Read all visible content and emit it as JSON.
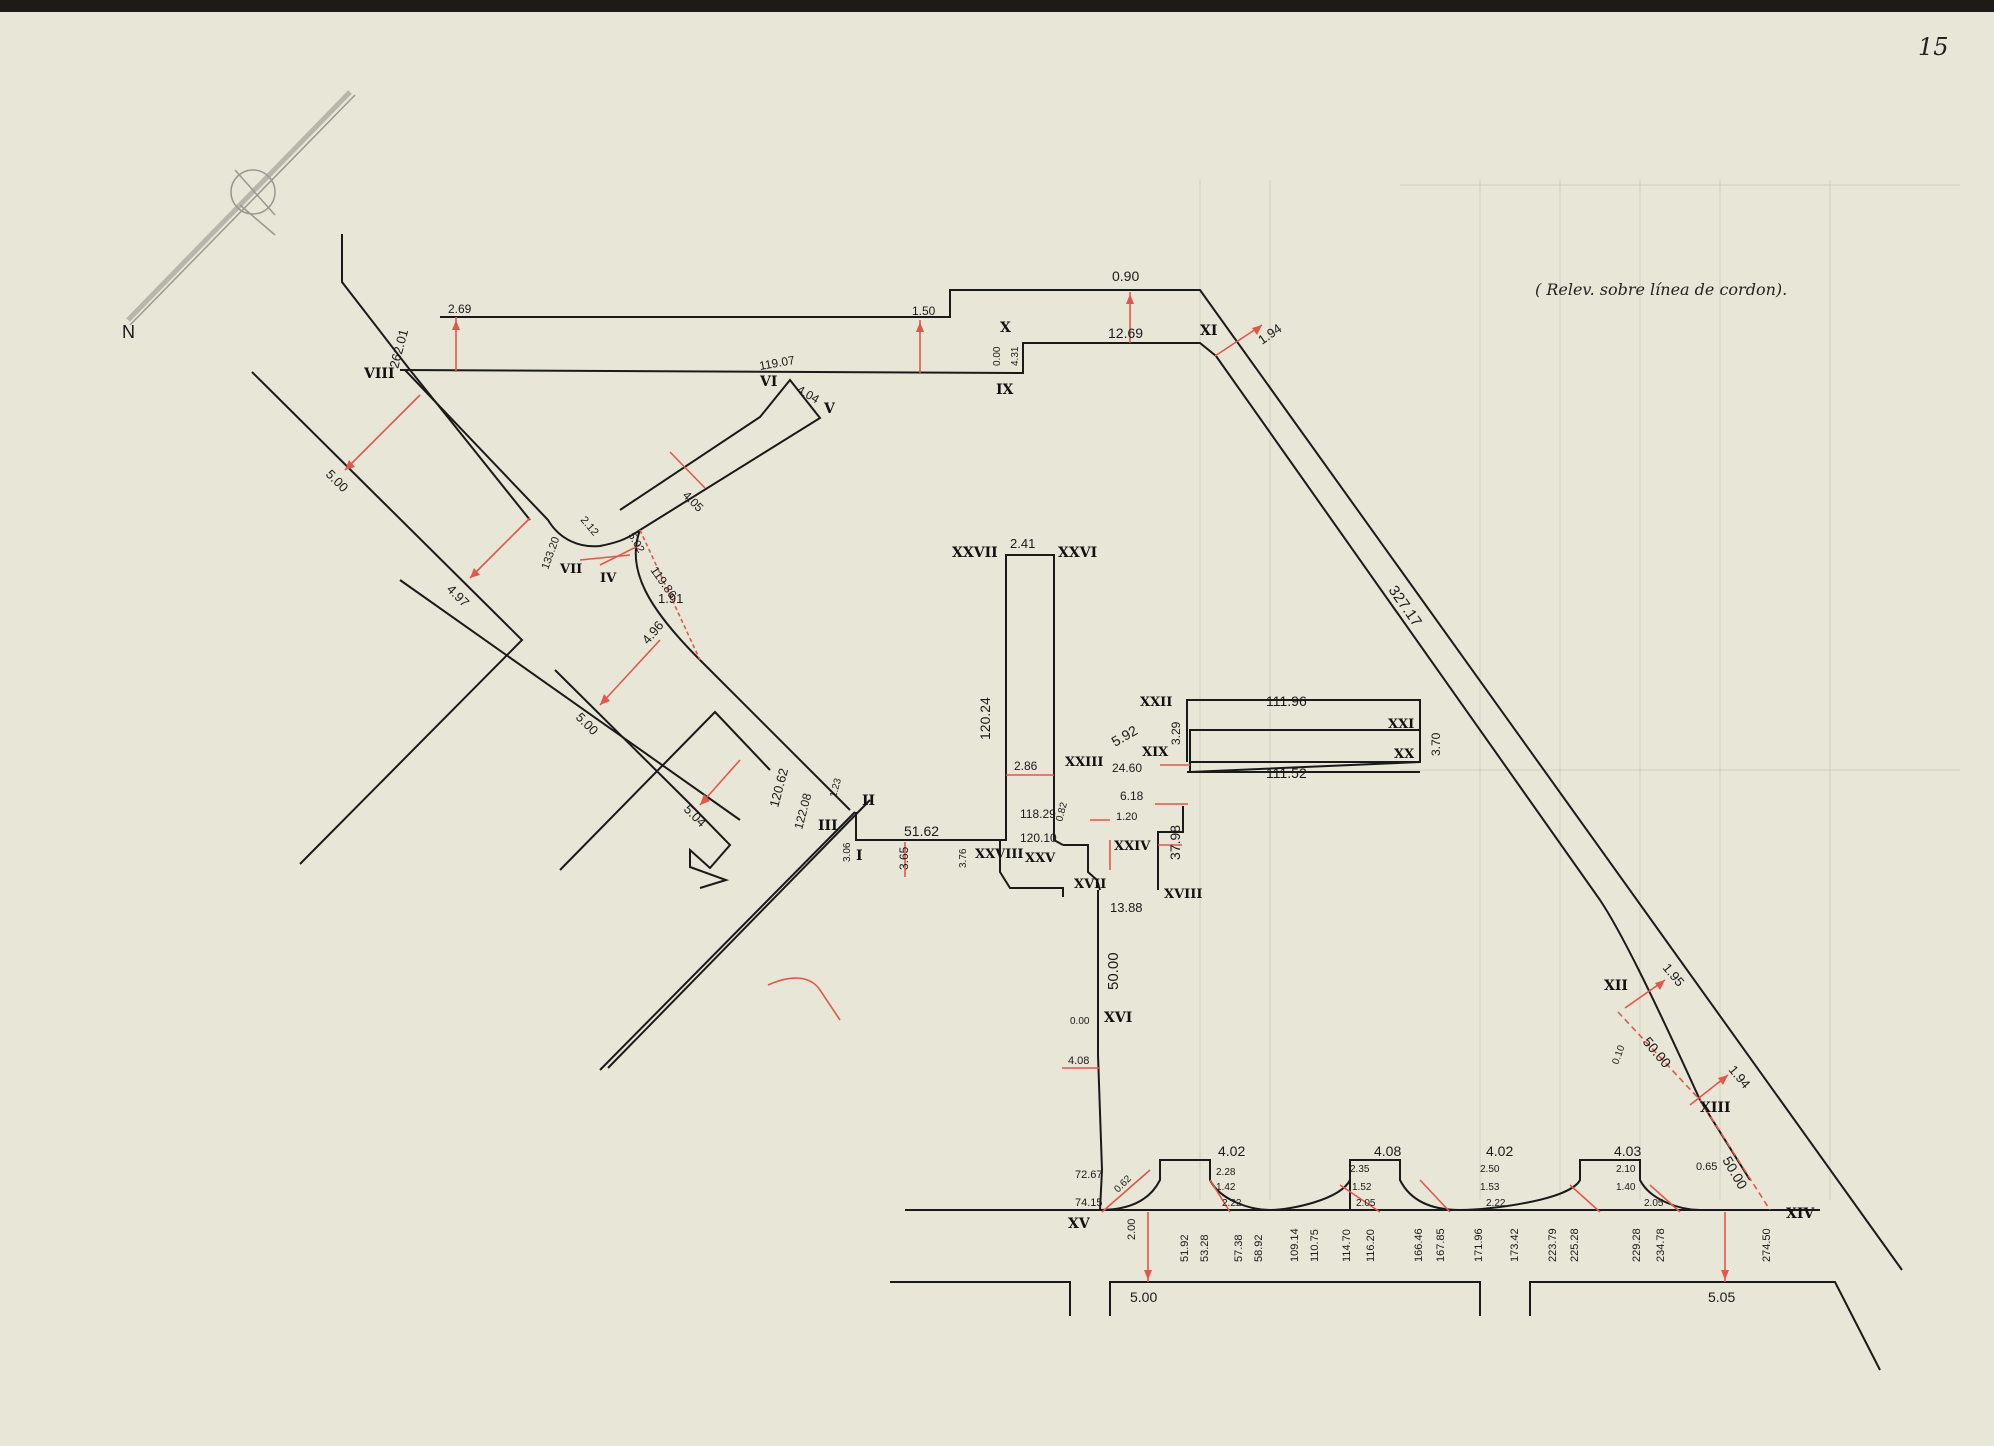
{
  "sheet": {
    "page_number": "15",
    "note": "( Relev. sobre línea de cordon)."
  },
  "colors": {
    "paper": "#e8e6d6",
    "line": "#1a1a1a",
    "red": "#e2574c",
    "faint": "#bdbbae"
  },
  "icons": {
    "north_arrow": "north-arrow-icon",
    "north_letter": "N"
  },
  "vertices": {
    "I": "I",
    "II": "II",
    "III": "III",
    "IV": "IV",
    "V": "V",
    "VI": "VI",
    "VII": "VII",
    "VIII": "VIII",
    "IX": "IX",
    "X": "X",
    "XI": "XI",
    "XII": "XII",
    "XIII": "XIII",
    "XIV": "XIV",
    "XV": "XV",
    "XVI": "XVI",
    "XVII": "XVII",
    "XVIII": "XVIII",
    "XIX": "XIX",
    "XX": "XX",
    "XXI": "XXI",
    "XXII": "XXII",
    "XXIII": "XXIII",
    "XXIV": "XXIV",
    "XXV": "XXV",
    "XXVI": "XXVI",
    "XXVII": "XXVII",
    "XXVIII": "XXVIII"
  },
  "measurements": {
    "m_0_90": "0.90",
    "m_2_69": "2.69",
    "m_1_50": "1.50",
    "m_12_69": "12.69",
    "m_1_94a": "1.94",
    "m_262_01": "262.01",
    "m_119_07": "119.07",
    "m_4_04": "4.04",
    "m_0_00a": "0.00",
    "m_4_31": "4.31",
    "m_5_00a": "5.00",
    "m_4_05": "4.05",
    "m_4_97": "4.97",
    "m_2_12": "2.12",
    "m_133_20": "133.20",
    "m_5_02": "5.02",
    "m_119_86": "119.86",
    "m_1_91": "1.91",
    "m_4_96": "4.96",
    "m_5_00b": "5.00",
    "m_5_04": "5.04",
    "m_120_62": "120.62",
    "m_122_08": "122.08",
    "m_1_23": "1.23",
    "m_3_06": "3.06",
    "m_51_62": "51.62",
    "m_3_65": "3.65",
    "m_3_76": "3.76",
    "m_2_41": "2.41",
    "m_120_24": "120.24",
    "m_2_86": "2.86",
    "m_118_29": "118.29",
    "m_120_10": "120.10",
    "m_0_82": "0.82",
    "m_1_20": "1.20",
    "m_5_92": "5.92",
    "m_3_29": "3.29",
    "m_24_60": "24.60",
    "m_6_18": "6.18",
    "m_111_96": "111.96",
    "m_111_52": "111.52",
    "m_3_70": "3.70",
    "m_37_98": "37.98",
    "m_327_17": "327.17",
    "m_13_88": "13.88",
    "m_50_00a": "50.00",
    "m_0_00b": "0.00",
    "m_4_08a": "4.08",
    "m_72_67": "72.67",
    "m_74_15": "74.15",
    "m_0_62": "0.62",
    "m_2_00": "2.00",
    "m_5_00c": "5.00",
    "m_1_95": "1.95",
    "m_50_00b": "50.00",
    "m_1_94b": "1.94",
    "m_0_10": "0.10",
    "m_50_00c": "50.00",
    "m_0_65": "0.65",
    "m_4_02a": "4.02",
    "m_4_08b": "4.08",
    "m_4_02b": "4.02",
    "m_4_03": "4.03",
    "m_5_05": "5.05",
    "m_51_92": "51.92",
    "m_53_28": "53.28",
    "m_57_38": "57.38",
    "m_58_92": "58.92",
    "m_109_14": "109.14",
    "m_110_75": "110.75",
    "m_114_70": "114.70",
    "m_116_20": "116.20",
    "m_166_46": "166.46",
    "m_167_85": "167.85",
    "m_171_96": "171.96",
    "m_173_42": "173.42",
    "m_223_79": "223.79",
    "m_225_28": "225.28",
    "m_229_28": "229.28",
    "m_234_78": "234.78",
    "m_274_50": "274.50",
    "m_2_28": "2.28",
    "m_1_42": "1.42",
    "m_2_22a": "2.22",
    "m_2_35": "2.35",
    "m_1_52": "1.52",
    "m_2_05a": "2.05",
    "m_2_50": "2.50",
    "m_1_53": "1.53",
    "m_2_22b": "2.22",
    "m_2_10": "2.10",
    "m_1_40": "1.40",
    "m_2_05b": "2.05"
  }
}
